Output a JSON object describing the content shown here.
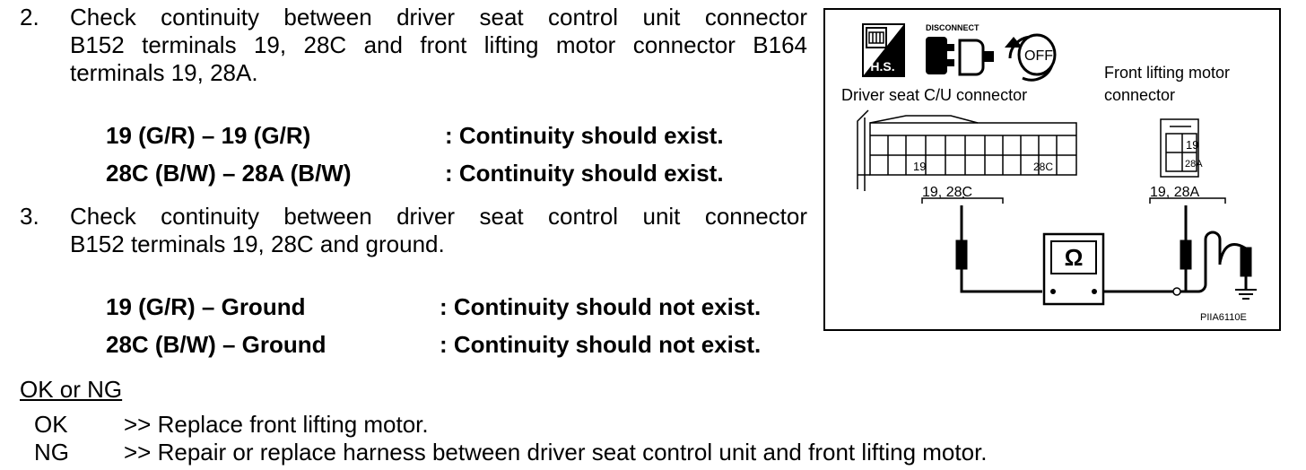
{
  "step2": {
    "number": "2.",
    "line1": "Check continuity between driver seat control unit connector",
    "line2": "B152 terminals 19, 28C and front lifting motor connector B164",
    "line3": "terminals 19, 28A.",
    "checks": [
      {
        "pair": "19 (G/R) – 19 (G/R)",
        "result": ": Continuity should exist."
      },
      {
        "pair": "28C (B/W) – 28A (B/W)",
        "result": ": Continuity should exist."
      }
    ]
  },
  "step3": {
    "number": "3.",
    "line1": "Check continuity between driver seat control unit connector",
    "line2": "B152 terminals 19, 28C and ground.",
    "checks": [
      {
        "pair": "19 (G/R) – Ground",
        "result": ": Continuity should not exist."
      },
      {
        "pair": "28C (B/W) – Ground",
        "result": ": Continuity should not exist."
      }
    ]
  },
  "ok_ng": {
    "heading": "OK or NG",
    "ok_label": "OK",
    "ok_text": ">> Replace front lifting motor.",
    "ng_label": "NG",
    "ng_text": ">> Repair or replace harness between driver seat control unit and front lifting motor."
  },
  "diagram": {
    "hs_label": "H.S.",
    "disconnect_label": "DISCONNECT",
    "off_label": "OFF",
    "cu_connector_label": "Driver seat C/U connector",
    "motor_connector_label_1": "Front lifting motor",
    "motor_connector_label_2": "connector",
    "cu_terminal_19": "19",
    "cu_terminal_28c": "28C",
    "motor_terminal_19": "19",
    "motor_terminal_28a": "28A",
    "cu_probe_label": "19, 28C",
    "motor_probe_label": "19, 28A",
    "ohm_symbol": "Ω",
    "figure_code": "PIIA6110E"
  }
}
